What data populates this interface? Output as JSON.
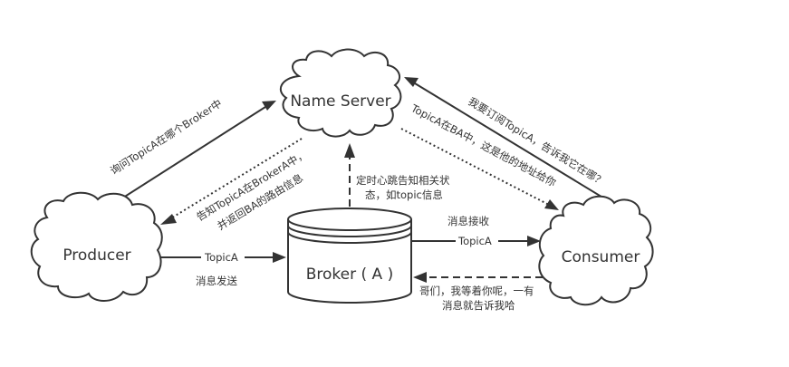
{
  "diagram": {
    "nodes": {
      "name_server": {
        "label": "Name Server",
        "shape": "cloud"
      },
      "producer": {
        "label": "Producer",
        "shape": "cloud"
      },
      "consumer": {
        "label": "Consumer",
        "shape": "cloud"
      },
      "broker": {
        "label": "Broker ( A )",
        "shape": "cylinder"
      }
    },
    "edges": {
      "producer_to_nameserver": {
        "from": "producer",
        "to": "name_server",
        "style": "solid",
        "label": "询问TopicA在哪个Broker中"
      },
      "nameserver_to_producer": {
        "from": "name_server",
        "to": "producer",
        "style": "dotted",
        "label_line1": "告知TopicA在BrokerA中，",
        "label_line2": "并返回BA的路由信息"
      },
      "broker_to_nameserver": {
        "from": "broker",
        "to": "name_server",
        "style": "dashed",
        "label_line1": "定时心跳告知相关状",
        "label_line2": "态，如topic信息"
      },
      "consumer_to_nameserver": {
        "from": "consumer",
        "to": "name_server",
        "style": "solid",
        "label": "我要订阅TopicA，告诉我它在哪？"
      },
      "nameserver_to_consumer": {
        "from": "name_server",
        "to": "consumer",
        "style": "dotted",
        "label": "TopicA在BA中，这是他的地址给你"
      },
      "producer_to_broker": {
        "from": "producer",
        "to": "broker",
        "style": "solid",
        "inline_label": "TopicA",
        "label": "消息发送"
      },
      "broker_to_consumer": {
        "from": "broker",
        "to": "consumer",
        "style": "solid",
        "inline_label": "TopicA",
        "label": "消息接收"
      },
      "consumer_to_broker": {
        "from": "consumer",
        "to": "broker",
        "style": "dashed",
        "label_line1": "哥们，我等着你呢，一有",
        "label_line2": "消息就告诉我哈"
      }
    }
  }
}
